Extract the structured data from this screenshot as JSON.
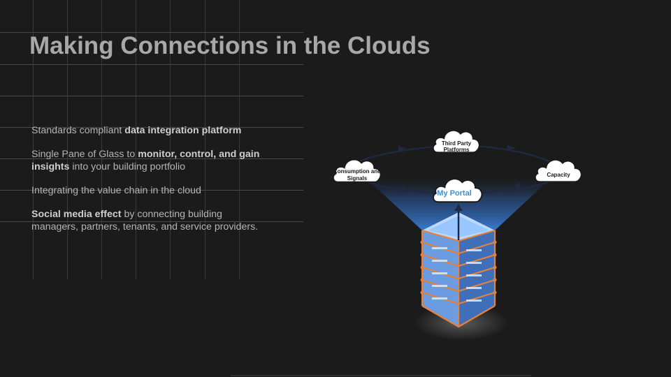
{
  "slide": {
    "title": "Making Connections in the Clouds",
    "bullets": [
      {
        "parts": [
          {
            "t": "Standards compliant ",
            "b": false
          },
          {
            "t": "data integration platform",
            "b": true
          }
        ]
      },
      {
        "parts": [
          {
            "t": "Single Pane of Glass to ",
            "b": false
          },
          {
            "t": "monitor, control, and gain insights",
            "b": true
          },
          {
            "t": " into your building portfolio",
            "b": false
          }
        ]
      },
      {
        "parts": [
          {
            "t": "Integrating the value chain in the cloud",
            "b": false
          }
        ]
      },
      {
        "parts": [
          {
            "t": "Social media effect",
            "b": true
          },
          {
            "t": " by connecting building managers, partners, tenants, and service providers.",
            "b": false
          }
        ]
      }
    ]
  },
  "diagram": {
    "clouds": {
      "third_party": [
        "Third Party",
        "Platforms"
      ],
      "consumption": [
        "Consumption and",
        "Signals"
      ],
      "capacity": [
        "Capacity"
      ],
      "portal": [
        "My Portal"
      ]
    },
    "colors": {
      "beam": "#3d7fd6",
      "server_blue": "#5b8fd9",
      "server_orange": "#e8823a",
      "portal_text": "#3b8fd8",
      "arrow": "#1e2a44"
    }
  }
}
